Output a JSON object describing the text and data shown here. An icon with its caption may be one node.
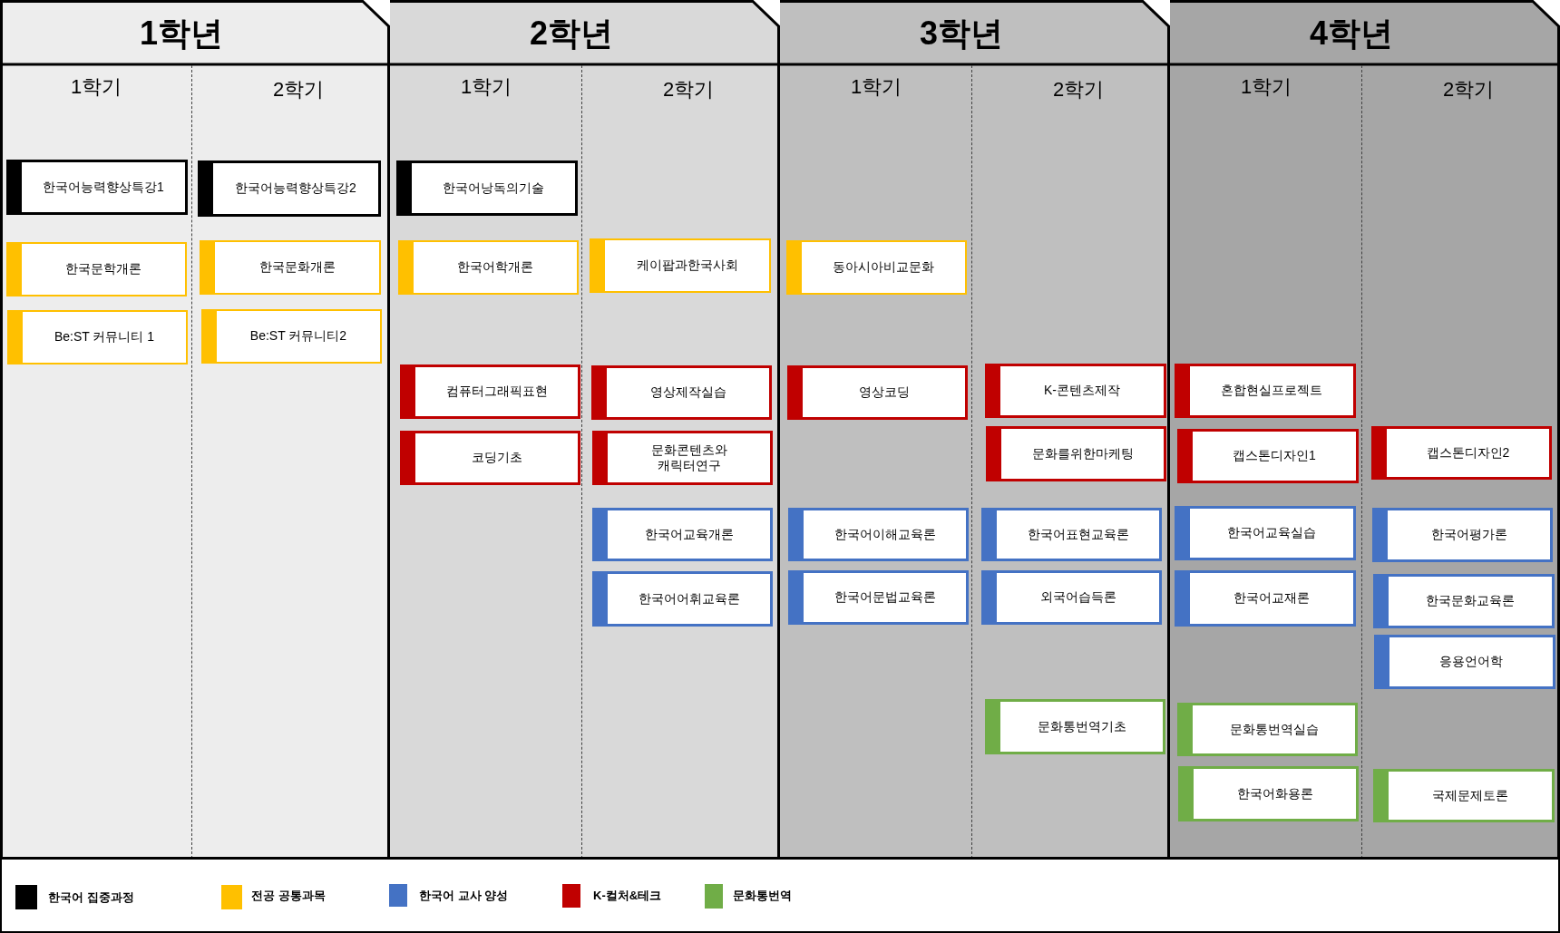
{
  "diagram": {
    "nodes": [
      {
        "text": [
          "1학년"
        ]
      },
      {
        "text": [
          "1학기"
        ],
        "in": 0
      },
      {
        "text": [
          "한국어능력향상특강1"
        ],
        "in": 1
      },
      {
        "text": [
          "한국문학개론"
        ],
        "in": 1
      },
      {
        "text": [
          "Be:ST 커뮤니티 1"
        ],
        "in": 1
      },
      {
        "text": [
          "2학기"
        ],
        "in": 0
      },
      {
        "text": [
          "한국어능력향상특강2"
        ],
        "in": 5
      },
      {
        "text": [
          "한국문화개론"
        ],
        "in": 5
      },
      {
        "text": [
          "Be:ST 커뮤니티2"
        ],
        "in": 5
      },
      {
        "text": [
          "2학년"
        ]
      },
      {
        "text": [
          "1학기"
        ],
        "in": 9
      },
      {
        "text": [
          "한국어낭독의기술"
        ],
        "in": 10
      },
      {
        "text": [
          "한국어학개론"
        ],
        "in": 10
      },
      {
        "text": [
          "컴퓨터그래픽표현"
        ],
        "in": 10
      },
      {
        "text": [
          "코딩기초"
        ],
        "in": 10
      },
      {
        "text": [
          "2학기"
        ],
        "in": 9
      },
      {
        "text": [
          "케이팝과한국사회"
        ],
        "in": 15
      },
      {
        "text": [
          "영상제작실습"
        ],
        "in": 15
      },
      {
        "text": [
          "문화콘텐츠와 캐릭터연구"
        ],
        "in": 15
      },
      {
        "text": [
          "한국어교육개론"
        ],
        "in": 15
      },
      {
        "text": [
          "한국어어휘교육론"
        ],
        "in": 15
      },
      {
        "text": [
          "3학년"
        ]
      },
      {
        "text": [
          "1학기"
        ],
        "in": 21
      },
      {
        "text": [
          "동아시아비교문화"
        ],
        "in": 22
      },
      {
        "text": [
          "영상코딩"
        ],
        "in": 22
      },
      {
        "text": [
          "한국어이해교육론"
        ],
        "in": 22
      },
      {
        "text": [
          "한국어문법교육론"
        ],
        "in": 22
      },
      {
        "text": [
          "2학기"
        ],
        "in": 21
      },
      {
        "text": [
          "K-콘텐츠제작"
        ],
        "in": 27
      },
      {
        "text": [
          "문화를위한마케팅"
        ],
        "in": 27
      },
      {
        "text": [
          "한국어표현교육론"
        ],
        "in": 27
      },
      {
        "text": [
          "외국어습득론"
        ],
        "in": 27
      },
      {
        "text": [
          "문화통번역기초"
        ],
        "in": 27
      },
      {
        "text": [
          "4학년"
        ]
      },
      {
        "text": [
          "1학기"
        ],
        "in": 33
      },
      {
        "text": [
          "혼합현실프로젝트"
        ],
        "in": 34
      },
      {
        "text": [
          "캡스톤디자인1"
        ],
        "in": 34
      },
      {
        "text": [
          "한국어교육실습"
        ],
        "in": 34
      },
      {
        "text": [
          "한국어교재론"
        ],
        "in": 34
      },
      {
        "text": [
          "문화통번역실습"
        ],
        "in": 34
      },
      {
        "text": [
          "한국어화용론"
        ],
        "in": 34
      },
      {
        "text": [
          "2학기"
        ],
        "in": 33
      },
      {
        "text": [
          "캡스톤디자인2"
        ],
        "in": 41
      },
      {
        "text": [
          "한국어평가론"
        ],
        "in": 41
      },
      {
        "text": [
          "한국문화교육론"
        ],
        "in": 41
      },
      {
        "text": [
          "응용언어학"
        ],
        "in": 41
      },
      {
        "text": [
          "국제문제토론"
        ],
        "in": 41
      }
    ],
    "legend": [
      {
        "text": "한국어 집중과정",
        "color": "#000000"
      },
      {
        "text": "전공 공통과목",
        "color": "#ffc000"
      },
      {
        "text": "한국어 교사 양성",
        "color": "#4472c4"
      },
      {
        "text": "K-컬처&테크",
        "color": "#c00000"
      },
      {
        "text": "문화통번역",
        "color": "#70ad47"
      }
    ]
  }
}
